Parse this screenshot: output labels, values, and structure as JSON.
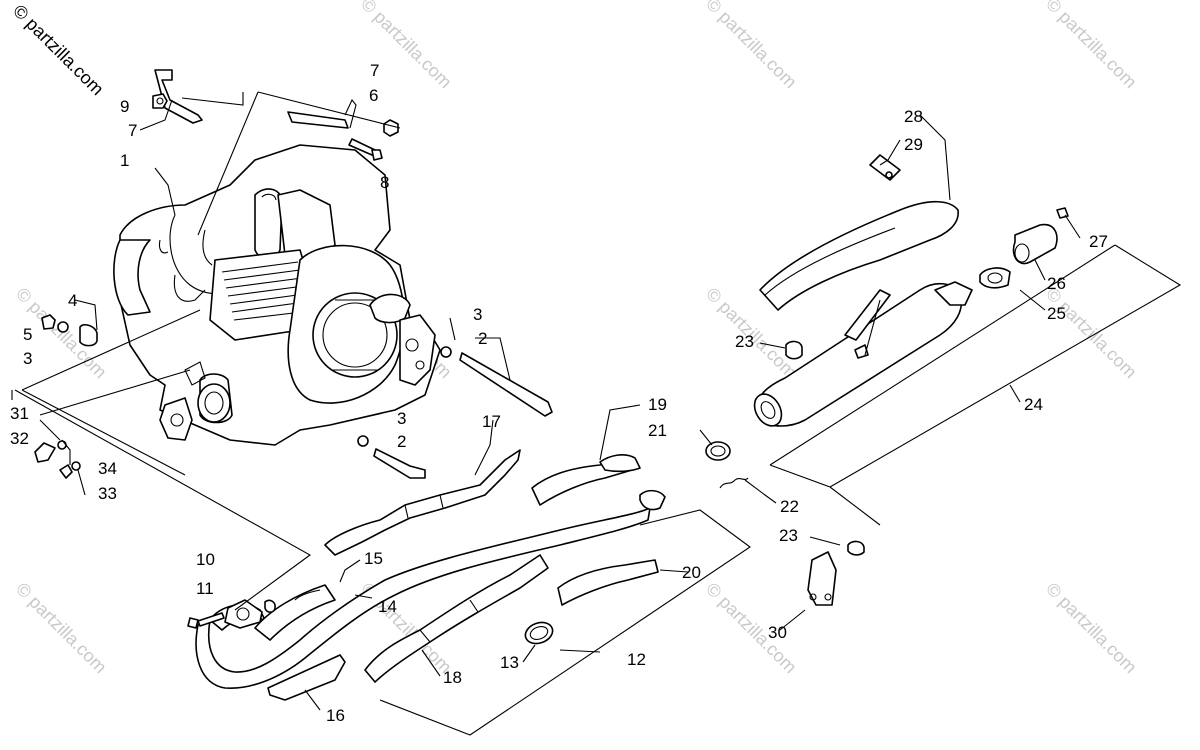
{
  "watermark": {
    "text": "© partzilla.com",
    "color": "#c9c9c9"
  },
  "colors": {
    "line": "#000000",
    "background": "#ffffff"
  },
  "callouts": {
    "c1": "1",
    "c2a": "2",
    "c2b": "2",
    "c3a": "3",
    "c3b": "3",
    "c3c": "3",
    "c4": "4",
    "c5": "5",
    "c6": "6",
    "c7a": "7",
    "c7b": "7",
    "c8": "8",
    "c9": "9",
    "c10": "10",
    "c11": "11",
    "c12": "12",
    "c13": "13",
    "c14": "14",
    "c15": "15",
    "c16": "16",
    "c17": "17",
    "c18": "18",
    "c19": "19",
    "c20": "20",
    "c21": "21",
    "c22": "22",
    "c23a": "23",
    "c23b": "23",
    "c24": "24",
    "c25": "25",
    "c26": "26",
    "c27": "27",
    "c28": "28",
    "c29": "29",
    "c30": "30",
    "c31": "31",
    "c32": "32",
    "c33": "33",
    "c34": "34"
  }
}
